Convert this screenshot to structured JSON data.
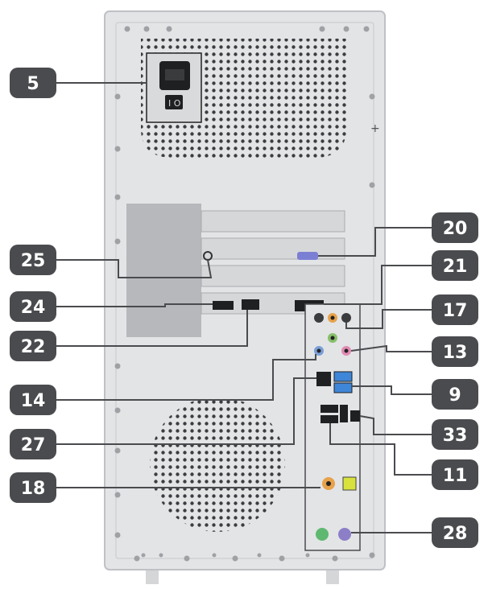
{
  "colors": {
    "case_body": "#e3e4e6",
    "case_border": "#bfc1c5",
    "panel": "#b7b8bb",
    "port_dark": "#222426",
    "badge": "#4a4b4e",
    "leader": "#4a4b4e",
    "audio_blue": "#7a9fd6",
    "audio_green": "#86c06a",
    "audio_pink": "#e08ab3",
    "audio_orange": "#e7a24a",
    "audio_black": "#3b3c3e",
    "usb3_blue": "#3e86d8",
    "ps2_green": "#5fb870",
    "ps2_purple": "#8c7fc8",
    "optical_yellow": "#d9e23c"
  },
  "callouts": {
    "c5": "5",
    "c25": "25",
    "c24": "24",
    "c22": "22",
    "c14": "14",
    "c27": "27",
    "c18": "18",
    "c20": "20",
    "c21": "21",
    "c17": "17",
    "c13": "13",
    "c9": "9",
    "c33": "33",
    "c11": "11",
    "c28": "28"
  },
  "icons": {
    "power_switch": "power-switch-icon",
    "power_socket": "power-socket-icon",
    "vga": "vga-port-icon",
    "dvi": "dvi-port-icon",
    "hdmi": "hdmi-port-icon",
    "displayport": "displayport-icon",
    "usb": "usb-port-icon",
    "ethernet": "ethernet-port-icon",
    "audio": "audio-jack-icon",
    "ps2": "ps2-port-icon",
    "optical": "optical-spdif-icon"
  }
}
